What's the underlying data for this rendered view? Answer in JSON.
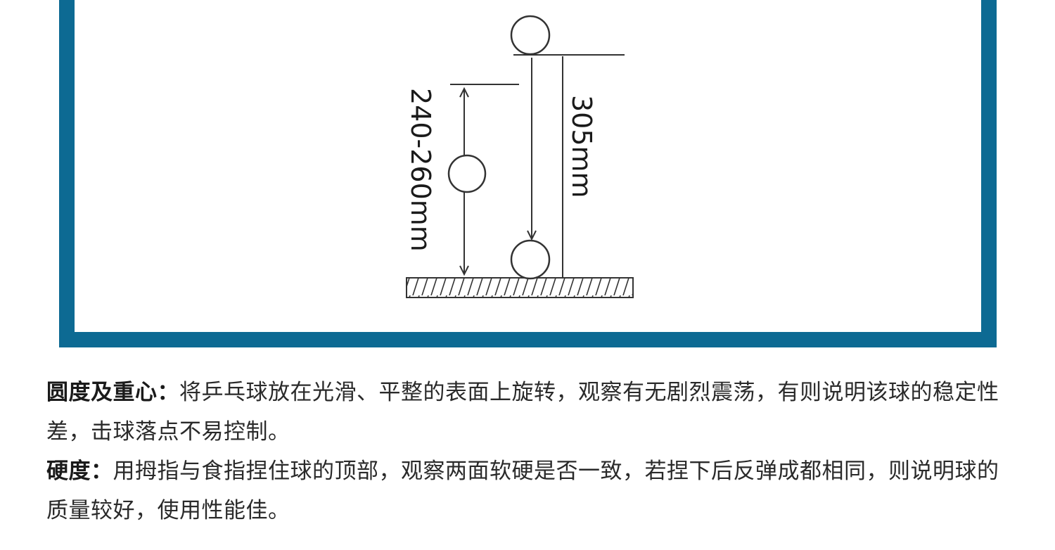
{
  "diagram": {
    "label_left": "240-260mm",
    "label_right": "305mm"
  },
  "paragraphs": [
    {
      "label": "圆度及重心：",
      "text": "将乒乓球放在光滑、平整的表面上旋转，观察有无剧烈震荡，有则说明该球的稳定性差，击球落点不易控制。"
    },
    {
      "label": "硬度：",
      "text": "用拇指与食指捏住球的顶部，观察两面软硬是否一致，若捏下后反弹成都相同，则说明球的质量较好，使用性能佳。"
    }
  ],
  "colors": {
    "frame": "#0d6a93",
    "line": "#333333"
  }
}
